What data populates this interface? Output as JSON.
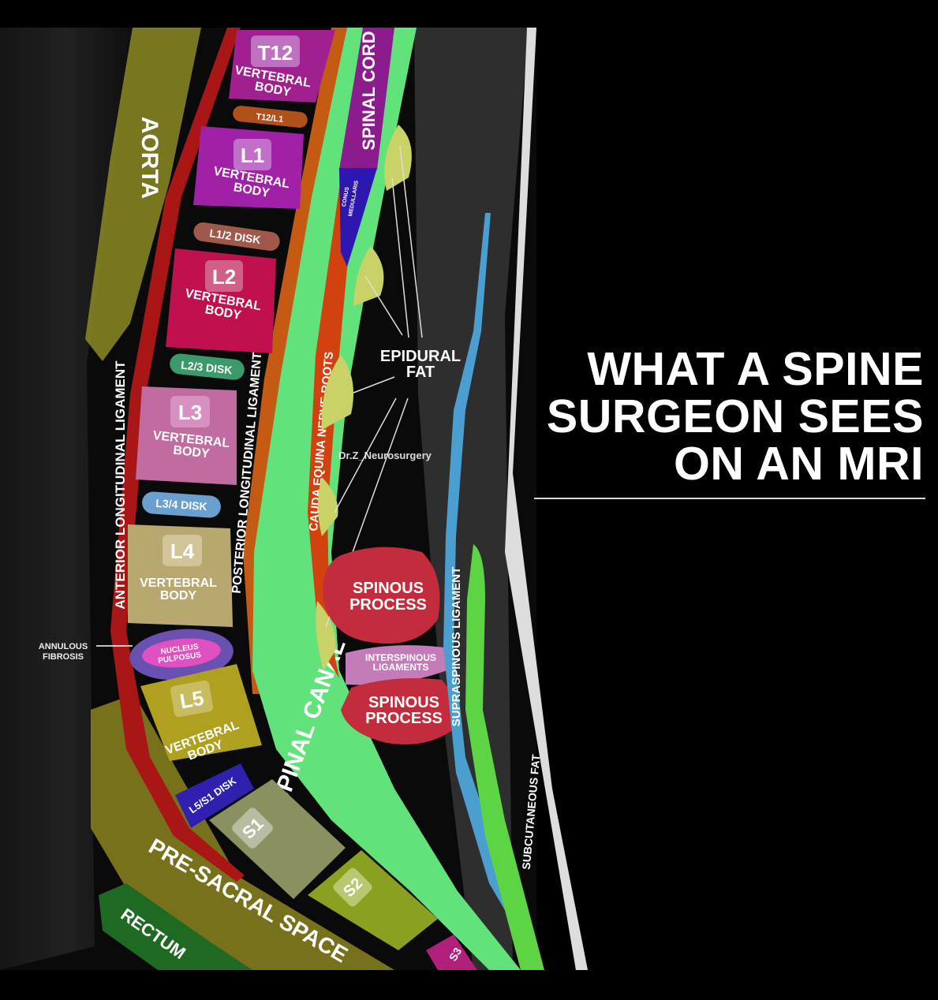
{
  "title": {
    "line1": "WHAT A SPINE",
    "line2": "SURGEON SEES",
    "line3": "ON AN MRI"
  },
  "watermark": "Dr.Z_Neurosurgery",
  "labels": {
    "aorta": "AORTA",
    "spinal_cord": "SPINAL CORD",
    "conus_1": "CONUS",
    "conus_2": "MEDULLARIS",
    "t12": "T12",
    "l1": "L1",
    "l2": "L2",
    "l3": "L3",
    "l4": "L4",
    "l5": "L5",
    "s1": "S1",
    "s2": "S2",
    "s3": "S3",
    "vb1": "VERTEBRAL",
    "vb2": "BODY",
    "t12l1": "T12/L1",
    "l12": "L1/2 DISK",
    "l23": "L2/3 DISK",
    "l34": "L3/4 DISK",
    "l5s1": "L5/S1 DISK",
    "nucleus_1": "NUCLEUS",
    "nucleus_2": "PULPOSUS",
    "annulous_1": "ANNULOUS",
    "annulous_2": "FIBROSIS",
    "all": "ANTERIOR LONGITUDINAL LIGAMENT",
    "pll": "POSTERIOR LONGITUDINAL LIGAMENT",
    "cauda": "CAUDA EQUINA NERVE ROOTS",
    "canal": "SPINAL CANAL",
    "epidural_1": "EPIDURAL",
    "epidural_2": "FAT",
    "spinous_1": "SPINOUS",
    "spinous_2": "PROCESS",
    "inter_1": "INTERSPINOUS",
    "inter_2": "LIGAMENTS",
    "supra": "SUPRASPINOUS LIGAMENT",
    "subcut": "SUBCUTANEOUS FAT",
    "presacral": "PRE-SACRAL SPACE",
    "rectum": "RECTUM"
  },
  "colors": {
    "aorta": "#8c8a22",
    "all": "#a81616",
    "pll": "#c55a12",
    "canal": "#62e27a",
    "cord": "#8c1c8e",
    "conus": "#2c18b0",
    "cauda": "#d2420e",
    "fat": "#c9d266",
    "spinous": "#c22c3c",
    "interspinous": "#c47cb8",
    "supra": "#4a9fd0",
    "subcut": "#5cd444",
    "presacral": "#8c8420",
    "rectum": "#1f6a22"
  }
}
